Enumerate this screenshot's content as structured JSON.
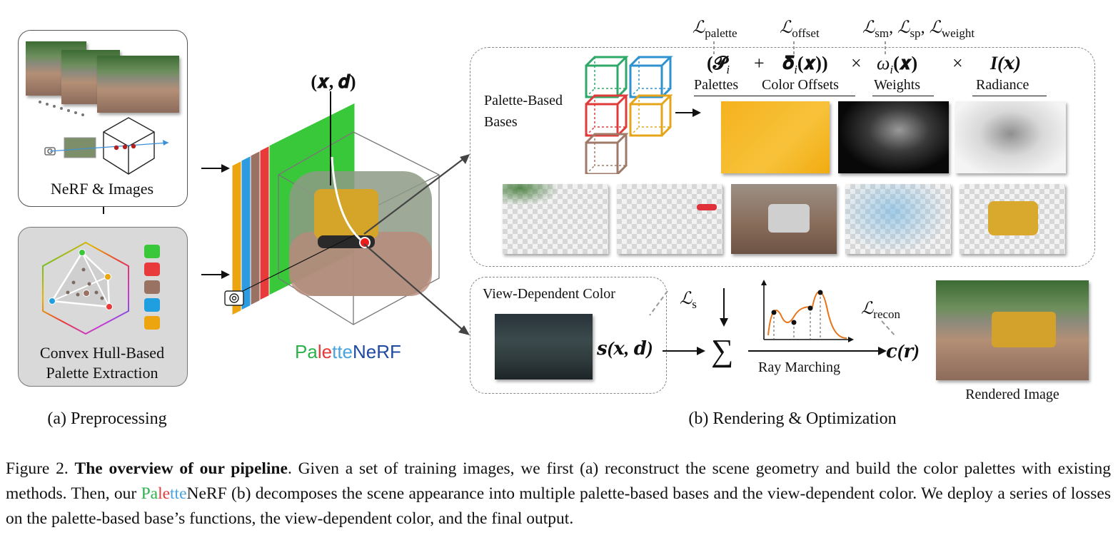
{
  "preprocessing": {
    "nerf_label": "NeRF & Images",
    "hull_label_line1": "Convex Hull-Based",
    "hull_label_line2": "Palette Extraction",
    "palette_colors": [
      "#39c83a",
      "#e83a3a",
      "#9a7264",
      "#1f9fe0",
      "#eda50f"
    ],
    "subcaption": "(a) Preprocessing"
  },
  "network": {
    "input_label": "(𝒙, 𝒅)",
    "name_parts": [
      "Pa",
      "le",
      "tte",
      "NeRF"
    ],
    "name_colors": [
      "#2cb24a",
      "#e23b3b",
      "#49a3dc",
      "#1f4aa0"
    ],
    "plane_colors": [
      "#eda50f",
      "#2d9be0",
      "#9a7264",
      "#e83a3a",
      "#39c83a"
    ]
  },
  "rendering": {
    "loss_palette": "ℒ",
    "loss_palette_sub": "palette",
    "loss_offset": "ℒ",
    "loss_offset_sub": "offset",
    "loss_group": "ℒ",
    "loss_group_subs": [
      "sm",
      "sp",
      "weight"
    ],
    "equation": {
      "palette_term": "(𝓟",
      "palette_sub": "i",
      "plus": "+",
      "offset_term": "𝜹",
      "offset_sub": "i",
      "offset_arg": "(𝒙))",
      "times1": "×",
      "weight_term": "ω",
      "weight_sub": "i",
      "weight_arg": "(𝒙)",
      "times2": "×",
      "radiance_term": "I(𝒙)"
    },
    "term_labels": [
      "Palettes",
      "Color Offsets",
      "Weights",
      "Radiance"
    ],
    "bases_label_line1": "Palette-Based",
    "bases_label_line2": "Bases",
    "cube_colors": [
      "#2fa86a",
      "#2f92cf",
      "#df3b3b",
      "#e4a519",
      "#a07a68"
    ],
    "vdc_label": "View-Dependent Color",
    "loss_s": "ℒ",
    "loss_s_sub": "s",
    "s_term": "𝒔(𝒙, 𝒅)",
    "sum_symbol": "∑",
    "loss_recon": "ℒ",
    "loss_recon_sub": "recon",
    "ray_marching": "Ray Marching",
    "c_term": "𝒄(𝒓)",
    "rendered_label": "Rendered Image",
    "subcaption": "(b) Rendering & Optimization"
  },
  "caption": {
    "figure_num": "Figure 2.",
    "title": "The overview of our pipeline",
    "text1": ". Given a set of training images, we first (a) reconstruct the scene geometry and build the color palettes with existing methods. Then, our ",
    "text2": " (b) decomposes the scene appearance into multiple palette-based bases and the view-dependent color. We deploy a series of losses on the palette-based base’s functions, the view-dependent color, and the final output."
  }
}
